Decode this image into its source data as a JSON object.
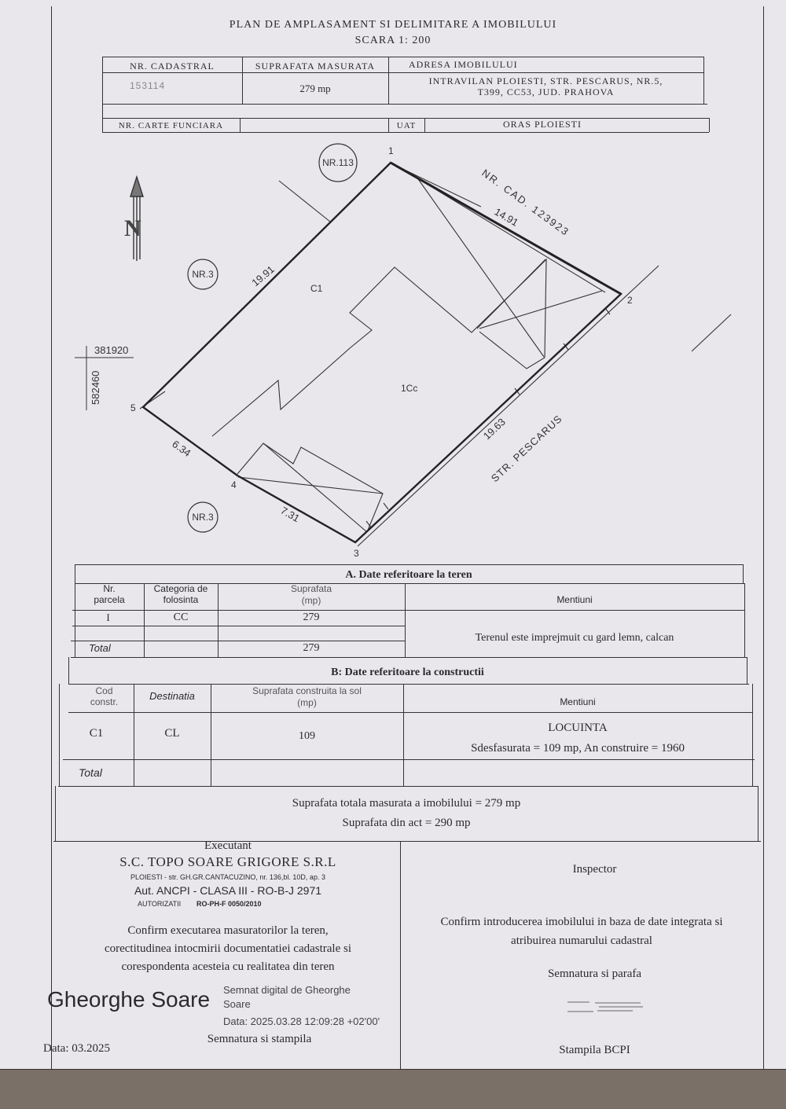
{
  "header": {
    "title": "PLAN DE AMPLASAMENT SI DELIMITARE A IMOBILULUI",
    "scale": "SCARA 1: 200"
  },
  "id_table": {
    "nr_cadastral_label": "NR. CADASTRAL",
    "nr_cadastral_value": "153114",
    "suprafata_label": "SUPRAFATA MASURATA",
    "suprafata_value": "279 mp",
    "adresa_label": "ADRESA IMOBILULUI",
    "adresa_line1": "INTRAVILAN PLOIESTI, STR. PESCARUS, NR.5,",
    "adresa_line2": "T399, CC53, JUD. PRAHOVA",
    "carte_label": "NR. CARTE FUNCIARA",
    "uat_label": "UAT",
    "uat_value": "ORAS PLOIESTI"
  },
  "plan": {
    "north": "N",
    "neighbor_top": "NR.113",
    "neighbor_left": "NR.3",
    "neighbor_bottom": "NR.3",
    "nr_cad_label": "NR. CAD. 123923",
    "street_label": "STR. PESCARUS",
    "building_c1": "C1",
    "parcel_label": "1Cc",
    "coord_x": "381920",
    "coord_y": "582460",
    "points": [
      "1",
      "2",
      "3",
      "4",
      "5"
    ],
    "lengths": {
      "s1_2": "14.91",
      "s2_3": "19.63",
      "s3_4": "7.31",
      "s4_5": "6.34",
      "s5_1": "19.91"
    }
  },
  "section_a": {
    "title": "A. Date referitoare la teren",
    "col_parcel": [
      "Nr.",
      "parcela"
    ],
    "col_cat": [
      "Categoria de",
      "folosinta"
    ],
    "col_supr": [
      "Suprafata",
      "(mp)"
    ],
    "col_ment": "Mentiuni",
    "row_nr": "I",
    "row_cat": "CC",
    "row_supr": "279",
    "total_label": "Total",
    "total_supr": "279",
    "mention": "Terenul este imprejmuit cu gard lemn, calcan"
  },
  "section_b": {
    "title": "B: Date referitoare la constructii",
    "col_cod": [
      "Cod",
      "constr."
    ],
    "col_dest": "Destinatia",
    "col_supr": [
      "Suprafata construita la sol",
      "(mp)"
    ],
    "col_ment": "Mentiuni",
    "row_cod": "C1",
    "row_dest": "CL",
    "row_supr": "109",
    "mention_line1": "LOCUINTA",
    "mention_line2": "Sdesfasurata = 109 mp, An construire = 1960",
    "total_label": "Total"
  },
  "summary": {
    "line1": "Suprafata totala masurata a imobilului = 279 mp",
    "line2": "Suprafata din act = 290 mp"
  },
  "executant": {
    "label": "Executant",
    "company": "S.C. TOPO SOARE GRIGORE S.R.L",
    "address": "PLOIESTI - str. GH.GR.CANTACUZINO, nr. 136,bl. 10D, ap. 3",
    "auth": "Aut. ANCPI - CLASA III - RO-B-J 2971",
    "authorization_label": "AUTORIZATII",
    "authorization_value": "RO-PH-F 0050/2010",
    "confirm1": "Confirm executarea masuratorilor la teren,",
    "confirm2": "corectitudinea intocmirii documentatiei cadastrale si",
    "confirm3": "corespondenta acesteia cu realitatea din teren",
    "signer": "Gheorghe Soare",
    "digital1": "Semnat digital de Gheorghe",
    "digital2": "Soare",
    "digital3": "Data: 2025.03.28 12:09:28 +02'00'",
    "sign_label": "Semnatura si stampila",
    "date": "Data: 03.2025"
  },
  "inspector": {
    "label": "Inspector",
    "confirm1": "Confirm introducerea imobilului in baza de date integrata si",
    "confirm2": "atribuirea numarului cadastral",
    "sign_label": "Semnatura si parafa",
    "stamp_label": "Stampila BCPI"
  }
}
